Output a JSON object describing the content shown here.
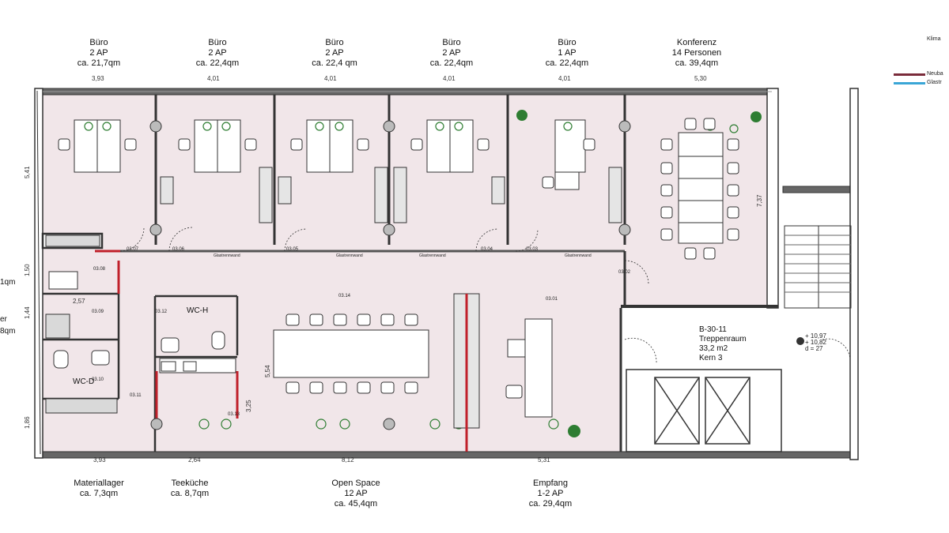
{
  "rooms_top": [
    {
      "name": "Büro",
      "ap": "2 AP",
      "area": "ca. 21,7qm",
      "width": "3,93"
    },
    {
      "name": "Büro",
      "ap": "2 AP",
      "area": "ca. 22,4qm",
      "width": "4,01"
    },
    {
      "name": "Büro",
      "ap": "2 AP",
      "area": "ca. 22,4 qm",
      "width": "4,01"
    },
    {
      "name": "Büro",
      "ap": "2 AP",
      "area": "ca. 22,4qm",
      "width": "4,01"
    },
    {
      "name": "Büro",
      "ap": "1 AP",
      "area": "ca. 22,4qm",
      "width": "4,01"
    },
    {
      "name": "Konferenz",
      "ap": "14 Personen",
      "area": "ca. 39,4qm",
      "width": "5,30"
    }
  ],
  "rooms_bottom": [
    {
      "name": "Materiallager",
      "ap": "",
      "area": "ca. 7,3qm",
      "width": "3,93"
    },
    {
      "name": "Teeküche",
      "ap": "",
      "area": "ca. 8,7qm",
      "width": "2,64"
    },
    {
      "name": "Open Space",
      "ap": "12 AP",
      "area": "ca. 45,4qm",
      "width": "8,12"
    },
    {
      "name": "Empfang",
      "ap": "1-2 AP",
      "area": "ca. 29,4qm",
      "width": "5,31"
    }
  ],
  "left_partial": {
    "area1": "1qm",
    "label2": "er",
    "area2": "8qm"
  },
  "vertical_dims": {
    "d1": "5,41",
    "d2": "1,50",
    "d3": "1,44",
    "d4": "1,86",
    "d5": "5,54",
    "d6": "3,25",
    "d7": "7,37"
  },
  "inner_dim": "2,57",
  "room_numbers": {
    "r0307": "03.07",
    "r0306": "03.06",
    "r0305": "03.05",
    "r0304": "03.04",
    "r0303": "03.03",
    "r0302": "03.02",
    "r0308": "03.08",
    "r0309": "03.09",
    "r0310": "03.10",
    "r0311": "03.11",
    "r0312": "03.12",
    "r0313": "03.13",
    "r0314": "03.14",
    "r0301": "03.01"
  },
  "glass_wall": "Glastrennwand",
  "wc_h": "WC-H",
  "wc_d": "WC-D",
  "stair": {
    "id": "B-30-11",
    "name": "Treppenraum",
    "area": "33,2 m2",
    "core": "Kern 3"
  },
  "level": {
    "l1": "+ 10,97",
    "l2": "+ 10,82",
    "l3": "d = 27"
  },
  "legend": {
    "title": "Klima",
    "neubau": "Neuba",
    "glas": "Glastr",
    "neubau_color": "#7a2b3a",
    "glas_color": "#3aa6d6"
  },
  "colors": {
    "floor": "#f1e6e9",
    "wall": "#333333",
    "accent_red": "#c0202a",
    "plant_green": "#2e7d32"
  }
}
